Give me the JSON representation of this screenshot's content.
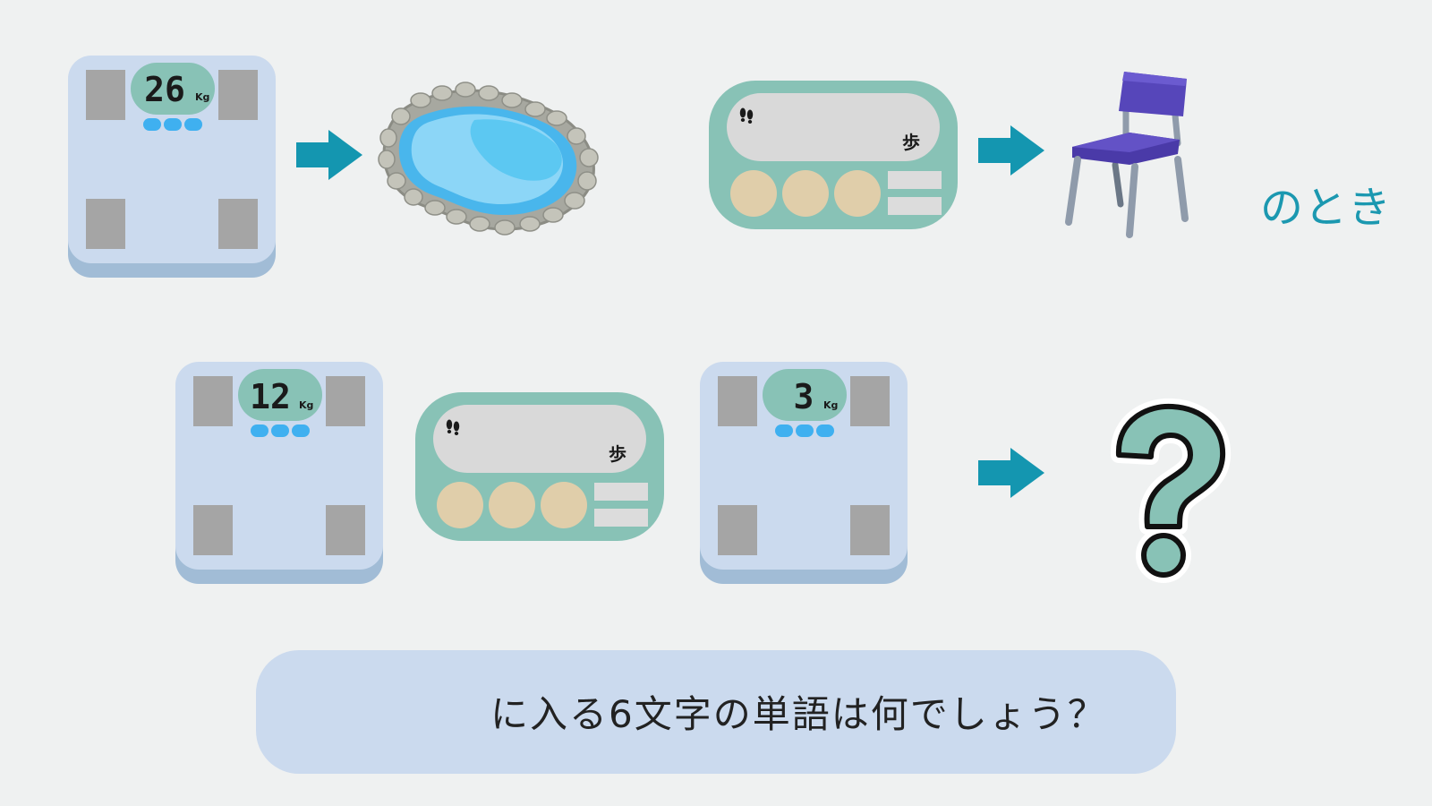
{
  "puzzle": {
    "row1": {
      "scale_reading": "26",
      "scale_unit": "Kg",
      "pedometer_unit": "歩",
      "suffix": "のとき"
    },
    "row2": {
      "scale1_reading": "12",
      "scale1_unit": "Kg",
      "pedometer_unit": "歩",
      "scale2_reading": "3",
      "scale2_unit": "Kg"
    },
    "question": "に入る6文字の単語は何でしょう？"
  },
  "colors": {
    "background": "#eff1f1",
    "arrow": "#1496b0",
    "accent_text": "#1b98b0",
    "teal": "#88c2b6",
    "banner": "#cbdaee"
  },
  "icons": [
    "scale-icon",
    "pond-icon",
    "pedometer-icon",
    "chair-icon",
    "question-mark-icon",
    "arrow-right-icon"
  ]
}
